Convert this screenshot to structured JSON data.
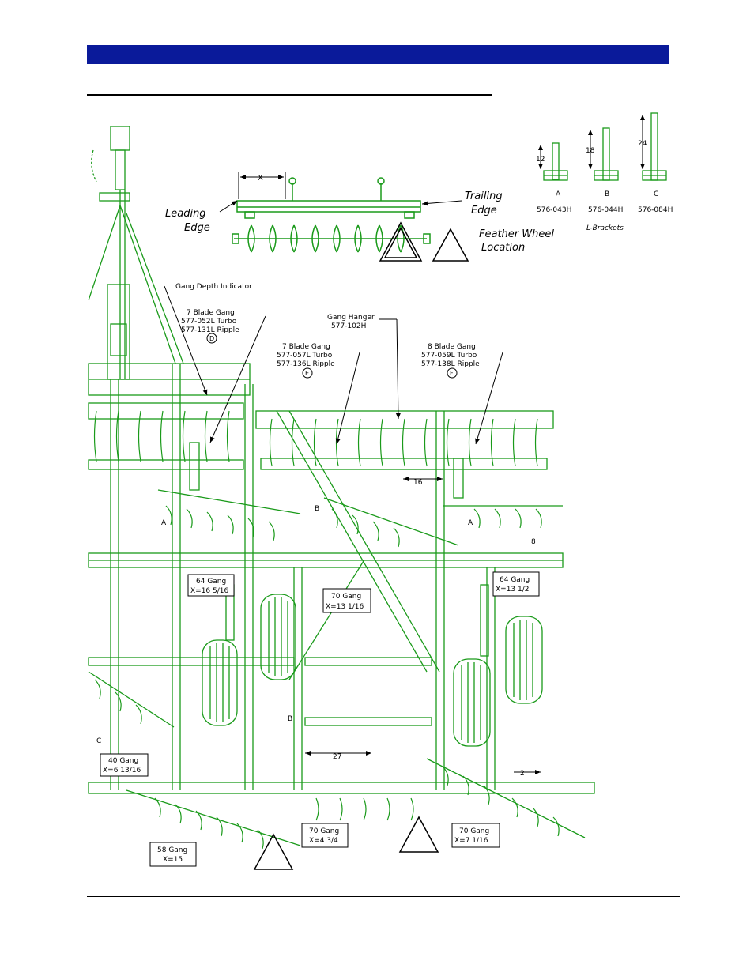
{
  "colors": {
    "header": "#0a1a9a",
    "machine": "#1a9a1a",
    "text": "#000000"
  },
  "top_diagram": {
    "x_label": "X",
    "leading_edge": [
      "Leading",
      "Edge"
    ],
    "trailing_edge": [
      "Trailing",
      "Edge"
    ],
    "feather_wheel": [
      "Feather Wheel",
      "Location"
    ]
  },
  "brackets": {
    "items": [
      {
        "letter": "A",
        "height": "12",
        "part": "576-043H"
      },
      {
        "letter": "B",
        "height": "18",
        "part": "576-044H"
      },
      {
        "letter": "C",
        "height": "24",
        "part": "576-084H"
      }
    ],
    "caption": "L-Brackets"
  },
  "callouts": {
    "gang_depth": "Gang Depth Indicator",
    "gang7a": {
      "title": "7 Blade Gang",
      "turbo": "577-052L Turbo",
      "ripple": "577-131L Ripple",
      "ref": "D"
    },
    "gang_hanger": {
      "title": "Gang Hanger",
      "part": "577-102H"
    },
    "gang7b": {
      "title": "7 Blade Gang",
      "turbo": "577-057L Turbo",
      "ripple": "577-136L Ripple",
      "ref": "E"
    },
    "gang8": {
      "title": "8 Blade Gang",
      "turbo": "577-059L Turbo",
      "ripple": "577-138L Ripple",
      "ref": "F"
    }
  },
  "gang_boxes": [
    {
      "name": "64 Gang",
      "x": "X=16 5/16"
    },
    {
      "name": "70 Gang",
      "x": "X=13 1/16"
    },
    {
      "name": "64 Gang",
      "x": "X=13 1/2"
    },
    {
      "name": "40 Gang",
      "x": "X=6 13/16"
    },
    {
      "name": "58 Gang",
      "x": "X=15"
    },
    {
      "name": "70 Gang",
      "x": "X=4 3/4"
    },
    {
      "name": "70 Gang",
      "x": "X=7 1/16"
    }
  ],
  "dims": {
    "d16": "16",
    "d27": "27",
    "d2": "2",
    "d8": "8",
    "a": "A",
    "b": "B",
    "c": "C"
  }
}
